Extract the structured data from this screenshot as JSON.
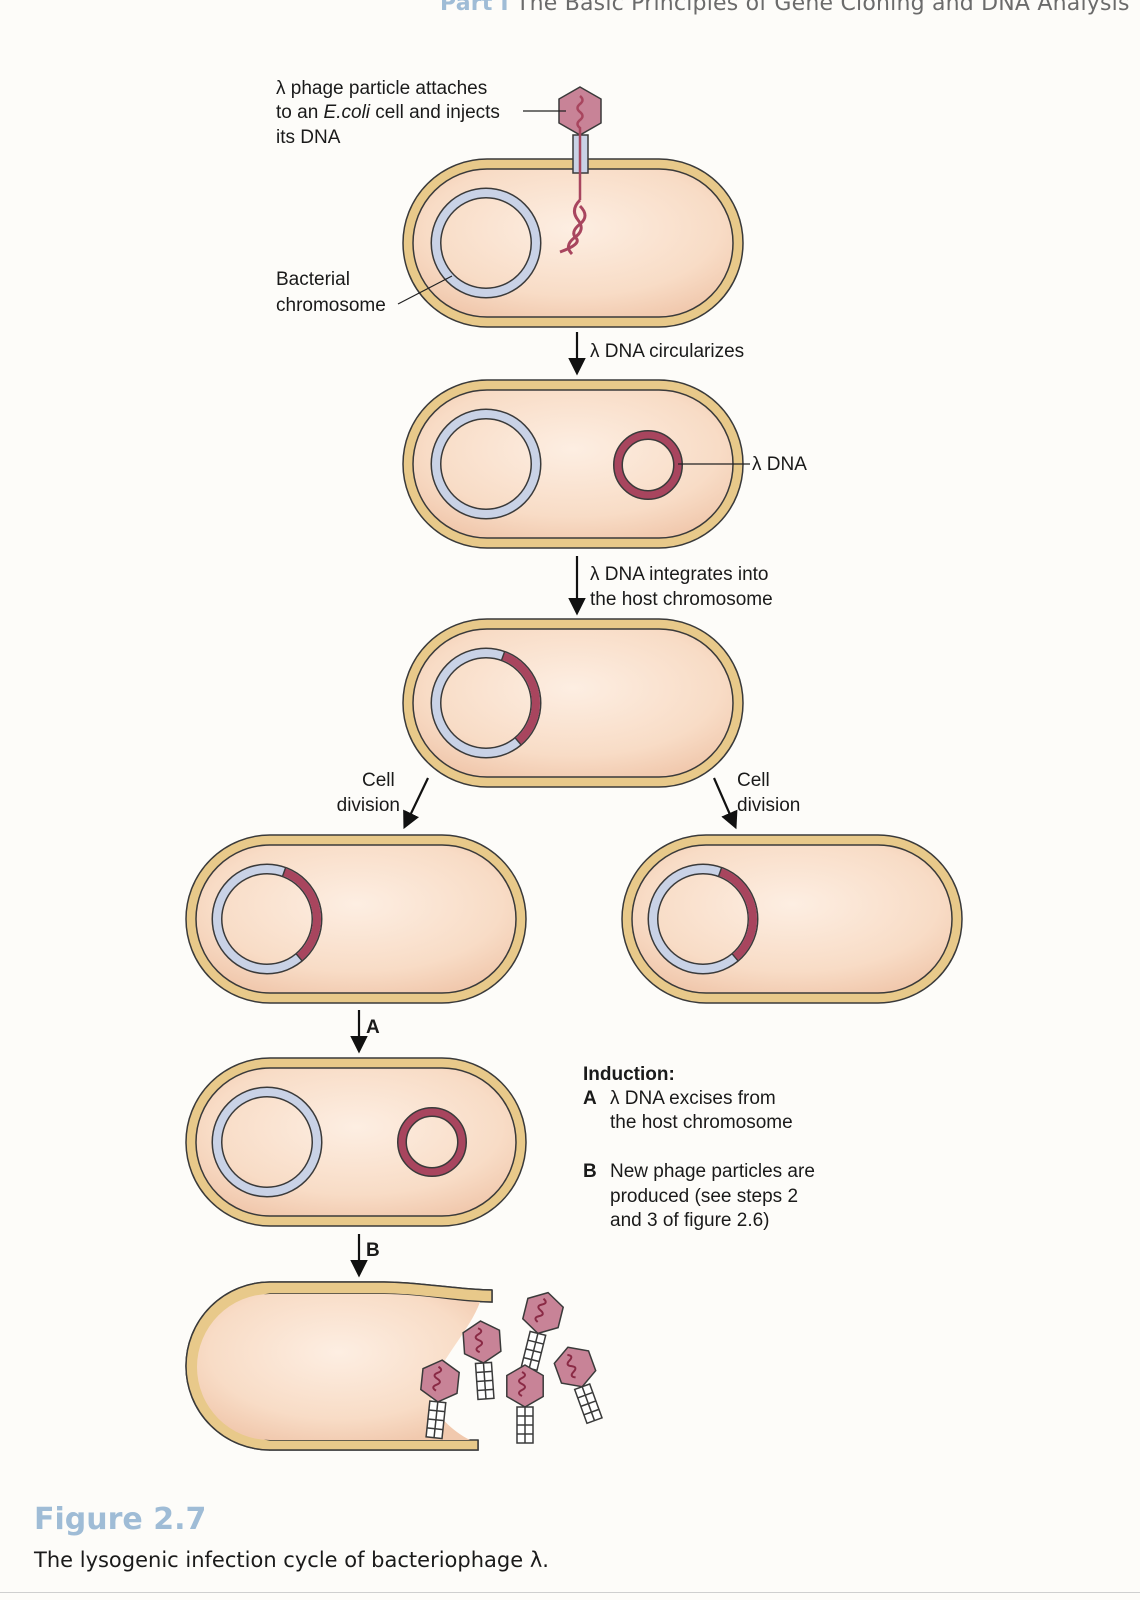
{
  "header": {
    "part": "Part I",
    "title": "The Basic Principles of Gene Cloning and DNA Analysis"
  },
  "labels": {
    "phage_attach_1": "λ phage particle attaches",
    "phage_attach_2a": "to an ",
    "phage_attach_2b": "E.coli",
    "phage_attach_2c": " cell and injects",
    "phage_attach_3": "its DNA",
    "bact_chrom_1": "Bacterial",
    "bact_chrom_2": "chromosome",
    "circularizes": "λ DNA circularizes",
    "lambda_dna": "λ DNA",
    "integrates_1": "λ DNA integrates into",
    "integrates_2": "the host chromosome",
    "cell_div_left_1": "Cell",
    "cell_div_left_2": "division",
    "cell_div_right_1": "Cell",
    "cell_div_right_2": "division",
    "step_a": "A",
    "step_b": "B"
  },
  "induction": {
    "heading": "Induction:",
    "a_letter": "A",
    "a_line1": "λ DNA excises from",
    "a_line2": "the host chromosome",
    "b_letter": "B",
    "b_line1": "New phage particles are",
    "b_line2": "produced (see steps 2",
    "b_line3": "and 3 of figure 2.6)"
  },
  "figure": {
    "number": "Figure 2.7",
    "caption": "The lysogenic infection cycle of bacteriophage λ."
  },
  "colors": {
    "cell_wall": "#e8c98a",
    "cell_interior": "#f8dcc6",
    "bacterial_dna": "#c9d2e6",
    "lambda_dna": "#a8455e",
    "phage_head": "#c88397",
    "accent_blue": "#9fbcd6"
  }
}
